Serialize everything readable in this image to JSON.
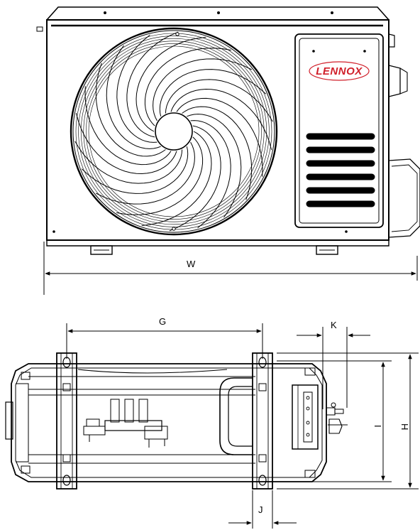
{
  "brand": {
    "logo_text": "LENNOX",
    "logo_color": "#d01f2a"
  },
  "dimensions": {
    "front_view": {
      "width_label": "W"
    },
    "top_view": {
      "width_label": "G",
      "valve_offset_label": "K",
      "depth_inner_label": "I",
      "depth_outer_label": "H",
      "foot_width_label": "J"
    }
  },
  "colors": {
    "line": "#000000",
    "background": "#ffffff",
    "accent": "#d01f2a"
  }
}
